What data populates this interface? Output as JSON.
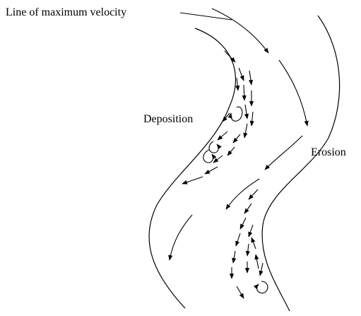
{
  "labels": {
    "max_velocity": "Line of maximum velocity",
    "deposition": "Deposition",
    "erosion": "Erosion"
  },
  "colors": {
    "line": "#000000",
    "background": "#ffffff"
  }
}
